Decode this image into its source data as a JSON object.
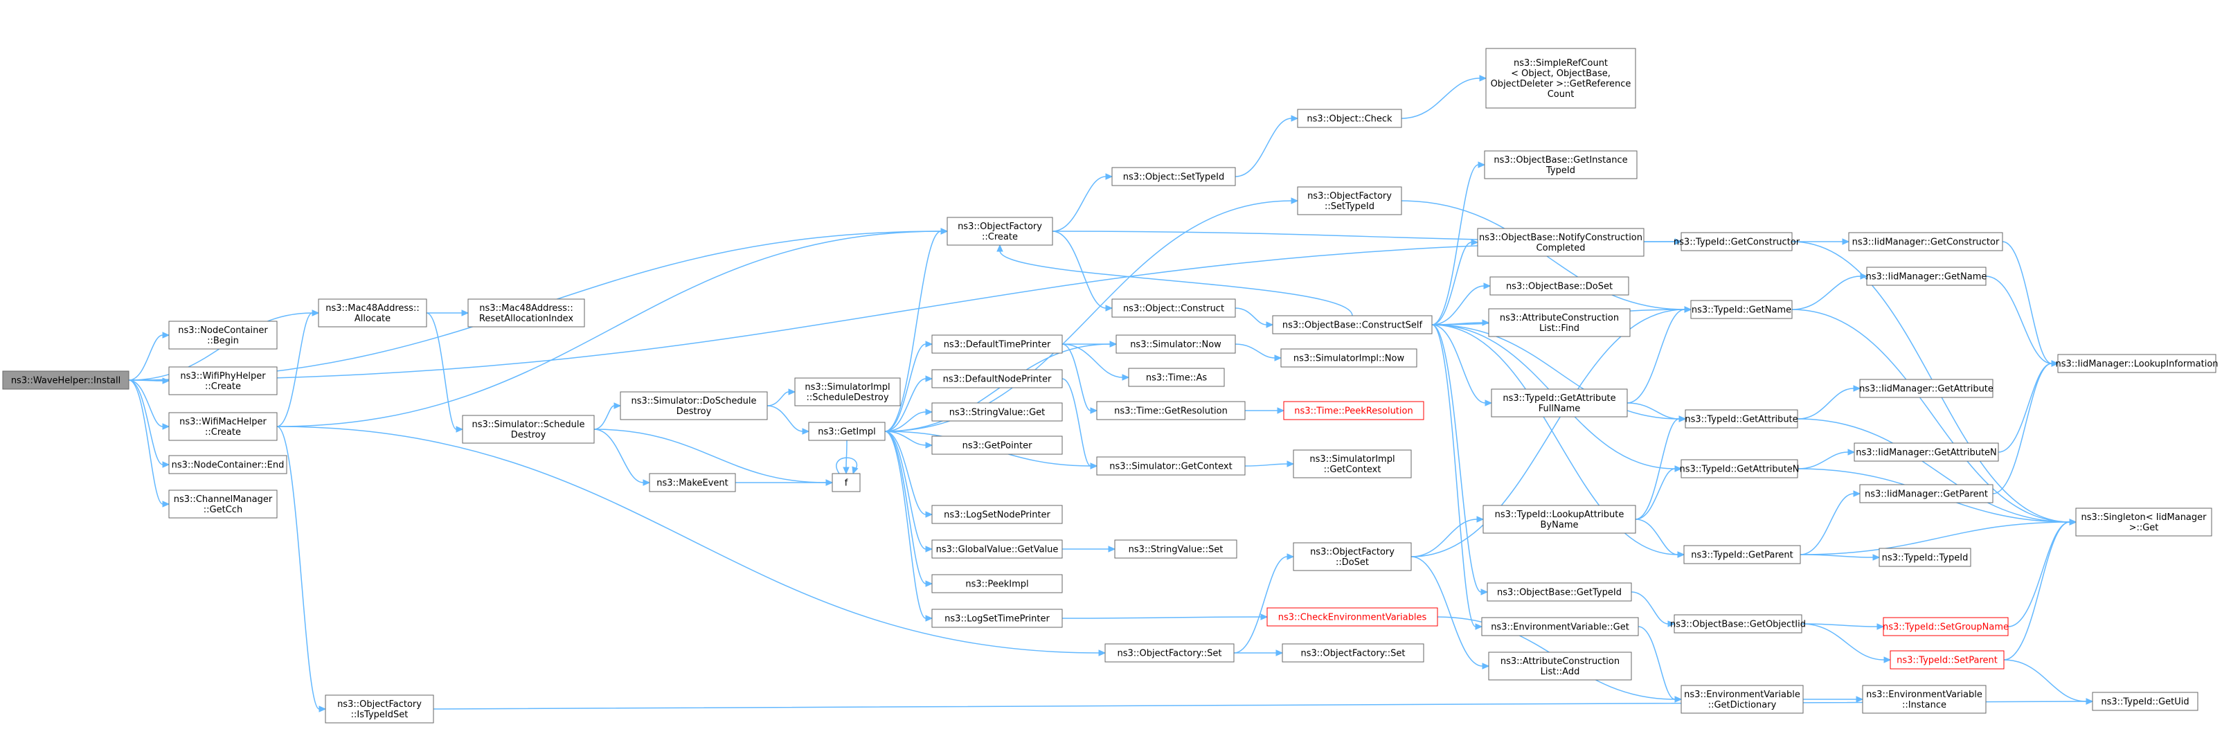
{
  "nodes": [
    {
      "id": "n0",
      "lines": [
        "ns3::WaveHelper::Install"
      ],
      "root": true,
      "link": true
    },
    {
      "id": "n1",
      "lines": [
        "ns3::NodeContainer",
        "::Begin"
      ],
      "link": true
    },
    {
      "id": "n2",
      "lines": [
        "ns3::WifiPhyHelper",
        "::Create"
      ],
      "link": true
    },
    {
      "id": "n3",
      "lines": [
        "ns3::WifiMacHelper",
        "::Create"
      ],
      "link": true
    },
    {
      "id": "n4",
      "lines": [
        "ns3::NodeContainer::End"
      ],
      "link": true
    },
    {
      "id": "n5",
      "lines": [
        "ns3::ChannelManager",
        "::GetCch"
      ],
      "link": true
    },
    {
      "id": "n6",
      "lines": [
        "ns3::Mac48Address::",
        "Allocate"
      ],
      "link": true
    },
    {
      "id": "n7",
      "lines": [
        "ns3::Mac48Address::",
        "ResetAllocationIndex"
      ],
      "link": true
    },
    {
      "id": "n8",
      "lines": [
        "ns3::Simulator::Schedule",
        "Destroy"
      ],
      "link": true
    },
    {
      "id": "n9",
      "lines": [
        "ns3::Simulator::DoSchedule",
        "Destroy"
      ],
      "link": true
    },
    {
      "id": "n10",
      "lines": [
        "ns3::SimulatorImpl",
        "::ScheduleDestroy"
      ],
      "link": true
    },
    {
      "id": "n11",
      "lines": [
        "ns3::MakeEvent"
      ],
      "link": true
    },
    {
      "id": "n12",
      "lines": [
        "f"
      ],
      "link": true
    },
    {
      "id": "n13",
      "lines": [
        "ns3::GetImpl"
      ],
      "link": true
    },
    {
      "id": "n14",
      "lines": [
        "ns3::ObjectFactory",
        "::IsTypeIdSet"
      ],
      "link": true
    },
    {
      "id": "n15",
      "lines": [
        "ns3::ObjectFactory",
        "::Create"
      ],
      "link": true
    },
    {
      "id": "n16",
      "lines": [
        "ns3::DefaultTimePrinter"
      ],
      "link": true
    },
    {
      "id": "n17",
      "lines": [
        "ns3::DefaultNodePrinter"
      ],
      "link": true
    },
    {
      "id": "n18",
      "lines": [
        "ns3::StringValue::Get"
      ],
      "link": true
    },
    {
      "id": "n19",
      "lines": [
        "ns3::GetPointer"
      ],
      "link": true
    },
    {
      "id": "n20",
      "lines": [
        "ns3::LogSetNodePrinter"
      ],
      "link": true
    },
    {
      "id": "n21",
      "lines": [
        "ns3::GlobalValue::GetValue"
      ],
      "link": true
    },
    {
      "id": "n22",
      "lines": [
        "ns3::PeekImpl"
      ],
      "link": true
    },
    {
      "id": "n23",
      "lines": [
        "ns3::LogSetTimePrinter"
      ],
      "link": true
    },
    {
      "id": "n24",
      "lines": [
        "ns3::Object::SetTypeId"
      ],
      "link": true
    },
    {
      "id": "n25",
      "lines": [
        "ns3::Object::Construct"
      ],
      "link": true
    },
    {
      "id": "n26",
      "lines": [
        "ns3::Simulator::Now"
      ],
      "link": true
    },
    {
      "id": "n27",
      "lines": [
        "ns3::Time::As"
      ],
      "link": true
    },
    {
      "id": "n28",
      "lines": [
        "ns3::Time::GetResolution"
      ],
      "link": true
    },
    {
      "id": "n29",
      "lines": [
        "ns3::Simulator::GetContext"
      ],
      "link": true
    },
    {
      "id": "n30",
      "lines": [
        "ns3::StringValue::Set"
      ],
      "link": true
    },
    {
      "id": "n31",
      "lines": [
        "ns3::ObjectFactory::Set"
      ],
      "link": true
    },
    {
      "id": "n32",
      "lines": [
        "ns3::Object::Check"
      ],
      "link": true
    },
    {
      "id": "n33",
      "lines": [
        "ns3::SimpleRefCount",
        "< Object, ObjectBase,",
        "ObjectDeleter >::GetReference",
        "Count"
      ],
      "link": true
    },
    {
      "id": "n34",
      "lines": [
        "ns3::ObjectFactory",
        "::SetTypeId"
      ],
      "link": true
    },
    {
      "id": "n35",
      "lines": [
        "ns3::ObjectBase::ConstructSelf"
      ],
      "link": true
    },
    {
      "id": "n36",
      "lines": [
        "ns3::SimulatorImpl::Now"
      ],
      "link": true
    },
    {
      "id": "n37",
      "lines": [
        "ns3::Time::PeekResolution"
      ],
      "red": true,
      "link": true
    },
    {
      "id": "n38",
      "lines": [
        "ns3::SimulatorImpl",
        "::GetContext"
      ],
      "link": true
    },
    {
      "id": "n39",
      "lines": [
        "ns3::ObjectFactory",
        "::DoSet"
      ],
      "link": true
    },
    {
      "id": "n40",
      "lines": [
        "ns3::CheckEnvironmentVariables"
      ],
      "red": true,
      "link": true
    },
    {
      "id": "n41",
      "lines": [
        "ns3::ObjectFactory::Set"
      ],
      "link": true
    },
    {
      "id": "n42",
      "lines": [
        "ns3::ObjectBase::GetInstance",
        "TypeId"
      ],
      "link": true
    },
    {
      "id": "n43",
      "lines": [
        "ns3::ObjectBase::NotifyConstruction",
        "Completed"
      ],
      "link": true
    },
    {
      "id": "n44",
      "lines": [
        "ns3::ObjectBase::DoSet"
      ],
      "link": true
    },
    {
      "id": "n45",
      "lines": [
        "ns3::AttributeConstruction",
        "List::Find"
      ],
      "link": true
    },
    {
      "id": "n46",
      "lines": [
        "ns3::TypeId::GetAttribute",
        "FullName"
      ],
      "link": true
    },
    {
      "id": "n47",
      "lines": [
        "ns3::TypeId::LookupAttribute",
        "ByName"
      ],
      "link": true
    },
    {
      "id": "n48",
      "lines": [
        "ns3::ObjectBase::GetTypeId"
      ],
      "link": true
    },
    {
      "id": "n49",
      "lines": [
        "ns3::EnvironmentVariable::Get"
      ],
      "link": true
    },
    {
      "id": "n50",
      "lines": [
        "ns3::AttributeConstruction",
        "List::Add"
      ],
      "link": true
    },
    {
      "id": "n51",
      "lines": [
        "ns3::TypeId::GetConstructor"
      ],
      "link": true
    },
    {
      "id": "n52",
      "lines": [
        "ns3::TypeId::GetName"
      ],
      "link": true
    },
    {
      "id": "n53",
      "lines": [
        "ns3::TypeId::GetAttribute"
      ],
      "link": true
    },
    {
      "id": "n54",
      "lines": [
        "ns3::TypeId::GetAttributeN"
      ],
      "link": true
    },
    {
      "id": "n55",
      "lines": [
        "ns3::TypeId::GetParent"
      ],
      "link": true
    },
    {
      "id": "n56",
      "lines": [
        "ns3::ObjectBase::GetObjectIid"
      ],
      "link": true
    },
    {
      "id": "n57",
      "lines": [
        "ns3::EnvironmentVariable",
        "::GetDictionary"
      ],
      "link": true
    },
    {
      "id": "n58",
      "lines": [
        "ns3::IidManager::GetConstructor"
      ],
      "link": true
    },
    {
      "id": "n59",
      "lines": [
        "ns3::IidManager::GetName"
      ],
      "link": true
    },
    {
      "id": "n60",
      "lines": [
        "ns3::IidManager::GetAttribute"
      ],
      "link": true
    },
    {
      "id": "n61",
      "lines": [
        "ns3::IidManager::GetAttributeN"
      ],
      "link": true
    },
    {
      "id": "n62",
      "lines": [
        "ns3::IidManager::GetParent"
      ],
      "link": true
    },
    {
      "id": "n63",
      "lines": [
        "ns3::TypeId::TypeId"
      ],
      "link": true
    },
    {
      "id": "n64",
      "lines": [
        "ns3::TypeId::SetGroupName"
      ],
      "red": true,
      "link": true
    },
    {
      "id": "n65",
      "lines": [
        "ns3::TypeId::SetParent"
      ],
      "red": true,
      "link": true
    },
    {
      "id": "n66",
      "lines": [
        "ns3::EnvironmentVariable",
        "::Instance"
      ],
      "link": true
    },
    {
      "id": "n67",
      "lines": [
        "ns3::IidManager::LookupInformation"
      ],
      "link": true
    },
    {
      "id": "n68",
      "lines": [
        "ns3::Singleton< IidManager",
        ">::Get"
      ],
      "link": true
    },
    {
      "id": "n69",
      "lines": [
        "ns3::TypeId::GetUid"
      ],
      "link": true
    }
  ],
  "edges": [
    [
      "n0",
      "n1"
    ],
    [
      "n0",
      "n2"
    ],
    [
      "n0",
      "n3"
    ],
    [
      "n0",
      "n4"
    ],
    [
      "n0",
      "n5"
    ],
    [
      "n0",
      "n6"
    ],
    [
      "n0",
      "n15"
    ],
    [
      "n0",
      "n51"
    ],
    [
      "n3",
      "n6"
    ],
    [
      "n3",
      "n14"
    ],
    [
      "n3",
      "n15"
    ],
    [
      "n3",
      "n31"
    ],
    [
      "n6",
      "n7"
    ],
    [
      "n6",
      "n8"
    ],
    [
      "n8",
      "n9"
    ],
    [
      "n8",
      "n11"
    ],
    [
      "n8",
      "n12"
    ],
    [
      "n9",
      "n10"
    ],
    [
      "n9",
      "n13"
    ],
    [
      "n11",
      "n12"
    ],
    [
      "n12",
      "n12"
    ],
    [
      "n13",
      "n16"
    ],
    [
      "n13",
      "n17"
    ],
    [
      "n13",
      "n18"
    ],
    [
      "n13",
      "n19"
    ],
    [
      "n13",
      "n20"
    ],
    [
      "n13",
      "n21"
    ],
    [
      "n13",
      "n22"
    ],
    [
      "n13",
      "n23"
    ],
    [
      "n13",
      "n15"
    ],
    [
      "n13",
      "n26"
    ],
    [
      "n13",
      "n29"
    ],
    [
      "n13",
      "n34"
    ],
    [
      "n13",
      "n12"
    ],
    [
      "n14",
      "n69"
    ],
    [
      "n15",
      "n24"
    ],
    [
      "n15",
      "n25"
    ],
    [
      "n15",
      "n51"
    ],
    [
      "n16",
      "n26"
    ],
    [
      "n16",
      "n27"
    ],
    [
      "n16",
      "n28"
    ],
    [
      "n17",
      "n29"
    ],
    [
      "n21",
      "n30"
    ],
    [
      "n23",
      "n40"
    ],
    [
      "n24",
      "n32"
    ],
    [
      "n25",
      "n35"
    ],
    [
      "n26",
      "n36"
    ],
    [
      "n28",
      "n37"
    ],
    [
      "n29",
      "n38"
    ],
    [
      "n31",
      "n39"
    ],
    [
      "n31",
      "n41"
    ],
    [
      "n32",
      "n33"
    ],
    [
      "n34",
      "n52"
    ],
    [
      "n35",
      "n42"
    ],
    [
      "n35",
      "n43"
    ],
    [
      "n35",
      "n44"
    ],
    [
      "n35",
      "n45"
    ],
    [
      "n35",
      "n46"
    ],
    [
      "n35",
      "n48"
    ],
    [
      "n35",
      "n49"
    ],
    [
      "n35",
      "n52"
    ],
    [
      "n35",
      "n53"
    ],
    [
      "n35",
      "n54"
    ],
    [
      "n35",
      "n55"
    ],
    [
      "n35",
      "n15"
    ],
    [
      "n39",
      "n47"
    ],
    [
      "n39",
      "n50"
    ],
    [
      "n39",
      "n52"
    ],
    [
      "n40",
      "n57"
    ],
    [
      "n46",
      "n52"
    ],
    [
      "n46",
      "n53"
    ],
    [
      "n47",
      "n53"
    ],
    [
      "n47",
      "n54"
    ],
    [
      "n47",
      "n55"
    ],
    [
      "n48",
      "n56"
    ],
    [
      "n49",
      "n57"
    ],
    [
      "n51",
      "n58"
    ],
    [
      "n51",
      "n68"
    ],
    [
      "n52",
      "n59"
    ],
    [
      "n52",
      "n68"
    ],
    [
      "n53",
      "n60"
    ],
    [
      "n53",
      "n68"
    ],
    [
      "n54",
      "n61"
    ],
    [
      "n54",
      "n68"
    ],
    [
      "n55",
      "n62"
    ],
    [
      "n55",
      "n63"
    ],
    [
      "n55",
      "n68"
    ],
    [
      "n56",
      "n64"
    ],
    [
      "n56",
      "n65"
    ],
    [
      "n57",
      "n66"
    ],
    [
      "n58",
      "n67"
    ],
    [
      "n59",
      "n67"
    ],
    [
      "n61",
      "n67"
    ],
    [
      "n62",
      "n67"
    ],
    [
      "n64",
      "n68"
    ],
    [
      "n65",
      "n68"
    ],
    [
      "n65",
      "n69"
    ]
  ]
}
